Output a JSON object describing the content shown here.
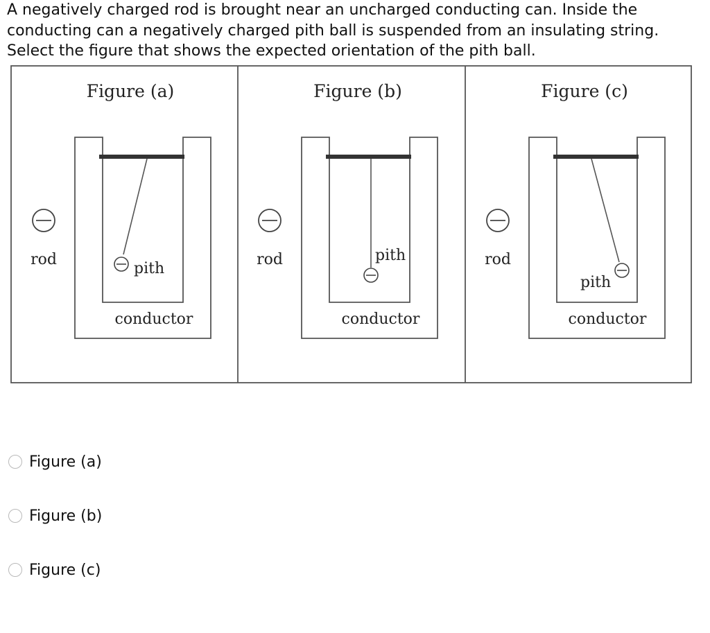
{
  "question": {
    "lines": [
      "A negatively charged rod is brought near an uncharged conducting can. Inside the",
      "conducting can a negatively charged pith ball is suspended from an insulating string.",
      "Select the figure that shows the expected orientation of the pith ball."
    ]
  },
  "figures": [
    {
      "title": "Figure (a)",
      "rod_label": "rod",
      "pith_label": "pith",
      "conductor_label": "conductor",
      "charge_symbol": "−"
    },
    {
      "title": "Figure (b)",
      "rod_label": "rod",
      "pith_label": "pith",
      "conductor_label": "conductor",
      "charge_symbol": "−"
    },
    {
      "title": "Figure (c)",
      "rod_label": "rod",
      "pith_label": "pith",
      "conductor_label": "conductor",
      "charge_symbol": "−"
    }
  ],
  "options": [
    {
      "label": "Figure (a)",
      "selected": false
    },
    {
      "label": "Figure (b)",
      "selected": false
    },
    {
      "label": "Figure (c)",
      "selected": false
    }
  ],
  "colors": {
    "line": "#555555",
    "bar": "#333333",
    "radio_border": "#b9b9b9"
  }
}
